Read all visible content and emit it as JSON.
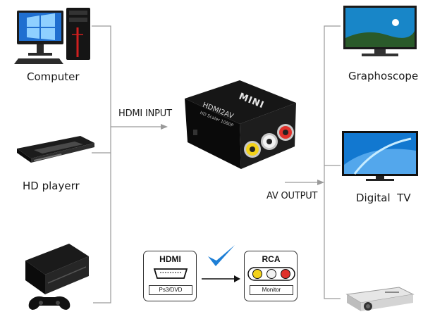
{
  "devices_left": [
    {
      "label": "Computer",
      "icon": "computer-icon"
    },
    {
      "label": "HD playerr",
      "icon": "hd-player-icon"
    },
    {
      "label": "",
      "icon": "game-console-icon"
    }
  ],
  "devices_right": [
    {
      "label": "Graphoscope",
      "icon": "monitor-icon"
    },
    {
      "label": "Digital  TV",
      "icon": "tv-icon"
    },
    {
      "label": "",
      "icon": "projector-icon"
    }
  ],
  "connections": {
    "input_label": "HDMI INPUT",
    "output_label": "AV OUTPUT"
  },
  "converter": {
    "brand": "MINI",
    "model": "HDMI2AV",
    "subtitle": "HD Scaler 1080P"
  },
  "legend": {
    "hdmi_title": "HDMI",
    "hdmi_sub": "Ps3/DVD",
    "rca_title": "RCA",
    "rca_sub": "Monitor"
  },
  "colors": {
    "line": "#9a9a9a",
    "check": "#1e7fd6",
    "rca_yellow": "#f3d21a",
    "rca_white": "#f2f2f2",
    "rca_red": "#e0312b"
  }
}
